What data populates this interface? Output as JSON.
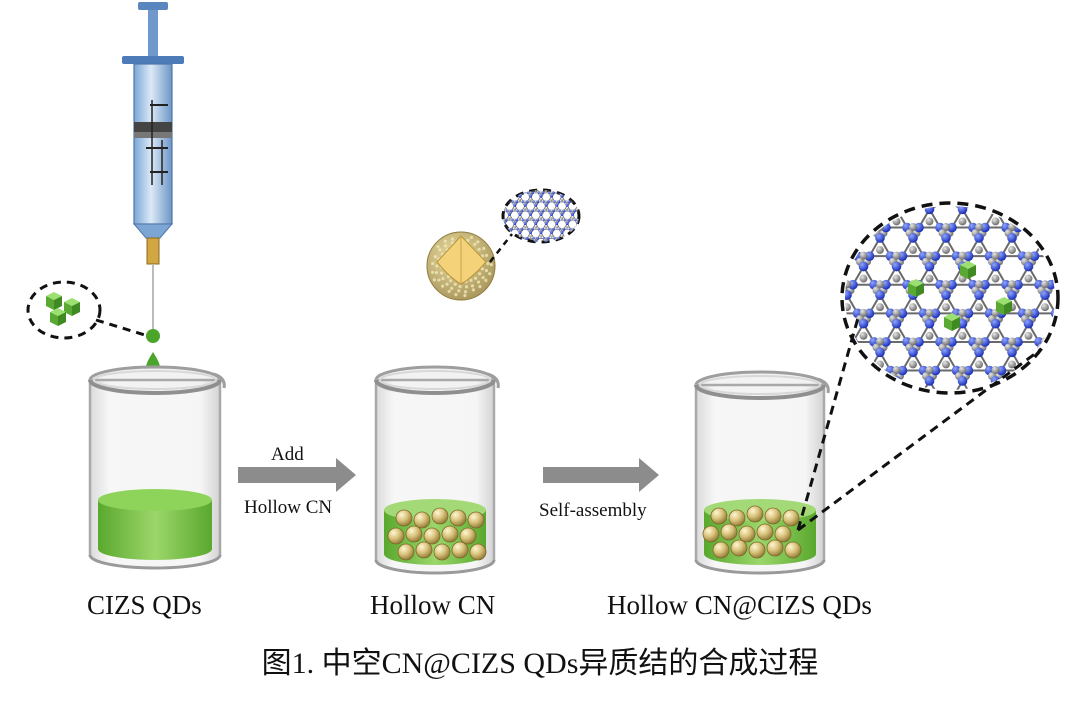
{
  "labels": {
    "stage1": "CIZS QDs",
    "stage2": "Hollow CN",
    "stage3": "Hollow CN@CIZS QDs"
  },
  "arrows": {
    "arrow1_top": "Add",
    "arrow1_bottom": "Hollow CN",
    "arrow2": "Self-assembly"
  },
  "caption": "图1. 中空CN@CIZS QDs异质结的合成过程",
  "colors": {
    "solution": "#7cc443",
    "cube": "#6cc24a",
    "sphere": "#d8c27a",
    "nitrogen": "#2f4fe0",
    "carbon": "#9a9a9a",
    "arrow": "#8c8c8c"
  }
}
